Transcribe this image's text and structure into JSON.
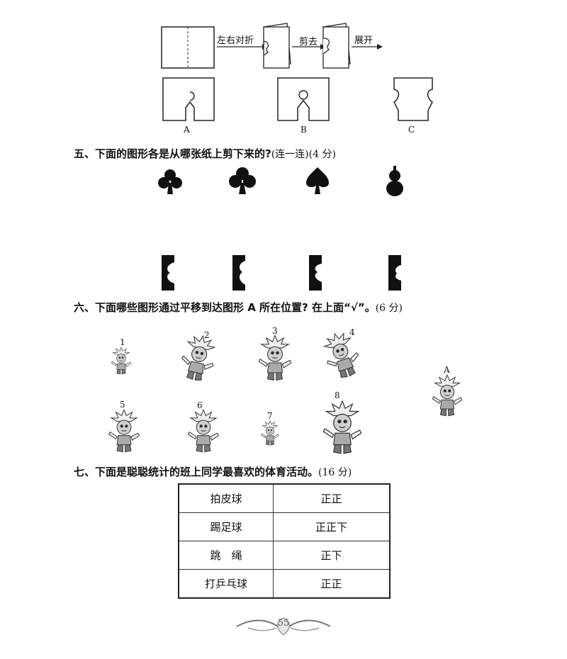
{
  "fold_steps": {
    "step1": "左右对折",
    "step2": "剪去",
    "step3": "展开"
  },
  "fold_options": [
    "A",
    "B",
    "C"
  ],
  "q5": {
    "title": "五、下面的图形各是从哪张纸上剪下来的?",
    "points": "(连一连)(4 分)",
    "shapes": [
      "clover-shape",
      "club-shape",
      "spade-shape",
      "gourd-shape"
    ],
    "papers": [
      "paper-1",
      "paper-2",
      "paper-3",
      "paper-4"
    ]
  },
  "q6": {
    "title": "六、下面哪些图形通过平移到达图形 A 所在位置? 在上面“√”。",
    "points": "(6 分)",
    "figures": [
      "1",
      "2",
      "3",
      "4",
      "5",
      "6",
      "7",
      "8",
      "A"
    ]
  },
  "q7": {
    "title": "七、下面是聪聪统计的班上同学最喜欢的体育活动。",
    "points": "(16 分)",
    "rows": [
      {
        "activity": "拍皮球",
        "tally": "正正"
      },
      {
        "activity": "踢足球",
        "tally": "正正下"
      },
      {
        "activity": "跳　绳",
        "tally": "正下"
      },
      {
        "activity": "打乒乓球",
        "tally": "正正"
      }
    ]
  },
  "page_number": "55"
}
